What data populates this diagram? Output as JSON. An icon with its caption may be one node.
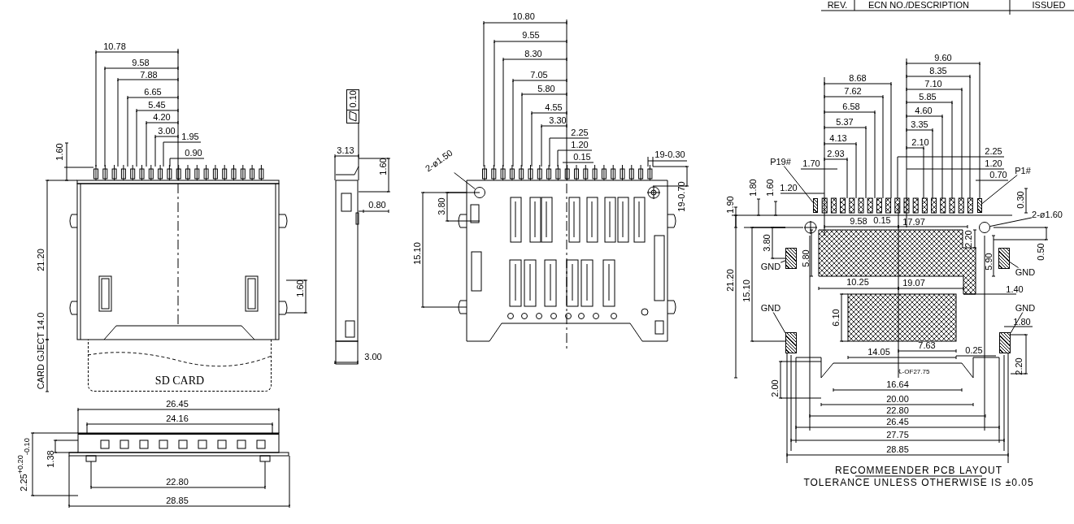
{
  "diagram": {
    "nodes": [
      {
        "text": [
          "2-ø1.50"
        ]
      },
      {
        "text": [],
        "shape": "circle"
      },
      {
        "text": [
          "P19#"
        ]
      },
      {
        "text": [],
        "shape": "box"
      },
      {
        "text": [
          "P1#"
        ]
      },
      {
        "text": [],
        "shape": "box"
      },
      {
        "text": [
          "2-ø1.60"
        ]
      },
      {
        "text": [],
        "shape": "circle"
      },
      {
        "text": [
          "GND"
        ]
      },
      {
        "text": [],
        "shape": "box"
      },
      {
        "text": [
          "GND"
        ]
      },
      {
        "text": [],
        "shape": "box"
      },
      {
        "text": [
          "GND"
        ]
      },
      {
        "text": [],
        "shape": "box"
      },
      {
        "text": [
          "GND"
        ]
      },
      {
        "text": [],
        "shape": "box"
      },
      {
        "text": [
          "SD CARD"
        ]
      },
      {
        "text": [
          "0.10"
        ]
      }
    ],
    "edges": [
      {
        "from": 0,
        "to": 1,
        "arrow": "none"
      },
      {
        "from": 2,
        "to": 3,
        "arrow": "none"
      },
      {
        "from": 4,
        "to": 5,
        "arrow": "none"
      },
      {
        "from": 6,
        "to": 7,
        "arrow": "none"
      },
      {
        "from": 8,
        "to": 9,
        "arrow": "none"
      },
      {
        "from": 10,
        "to": 11,
        "arrow": "none"
      },
      {
        "from": 12,
        "to": 13,
        "arrow": "none"
      },
      {
        "from": 14,
        "to": 15,
        "arrow": "none"
      }
    ],
    "labels": [
      "REV.",
      "ECN NO./DESCRIPTION",
      "ISSUED",
      "10.78",
      "9.58",
      "7.88",
      "6.65",
      "5.45",
      "4.20",
      "3.00",
      "1.95",
      "0.90",
      "1.60",
      "21.20",
      "1.60",
      "CARD GJECT 14.0",
      "26.45",
      "24.16",
      "1.38",
      "2.25$^{+0.20}$$_{-0.10}$",
      "22.80",
      "28.85",
      "3.13",
      "1.60",
      "0.80",
      "3.00",
      "10.80",
      "9.55",
      "8.30",
      "7.05",
      "5.80",
      "4.55",
      "3.30",
      "2.25",
      "1.20",
      "0.15",
      "19-0.30",
      "19-0.70",
      "3.80",
      "15.10",
      "9.60",
      "8.35",
      "7.10",
      "5.85",
      "4.60",
      "3.35",
      "8.68",
      "7.62",
      "6.58",
      "5.37",
      "4.13",
      "2.10",
      "2.93",
      "2.25",
      "1.70",
      "1.20",
      "0.70",
      "1.20",
      "1.90",
      "1.80",
      "1.60",
      "0.30",
      "9.58",
      "0.15",
      "17.97",
      "2.20",
      "0.50",
      "3.80",
      "5.80",
      "5.90",
      "10.25",
      "19.07",
      "1.40",
      "21.20",
      "15.10",
      "1.80",
      "6.10",
      "7.63",
      "14.05",
      "0.25",
      "2.20",
      "℄-OF27.75",
      "16.64",
      "2.00",
      "20.00",
      "22.80",
      "26.45",
      "27.75",
      "28.85",
      "RECOMMEENDER PCB LAYOUT",
      "TOLERANCE UNLESS OTHERWISE IS ±0.05"
    ]
  }
}
